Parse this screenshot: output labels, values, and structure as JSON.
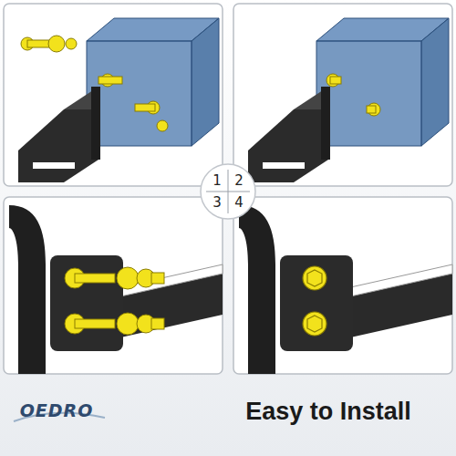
{
  "diagram": {
    "labels": [
      "1",
      "2",
      "3",
      "4",
      "OEDRO",
      "Easy to Install"
    ]
  }
}
